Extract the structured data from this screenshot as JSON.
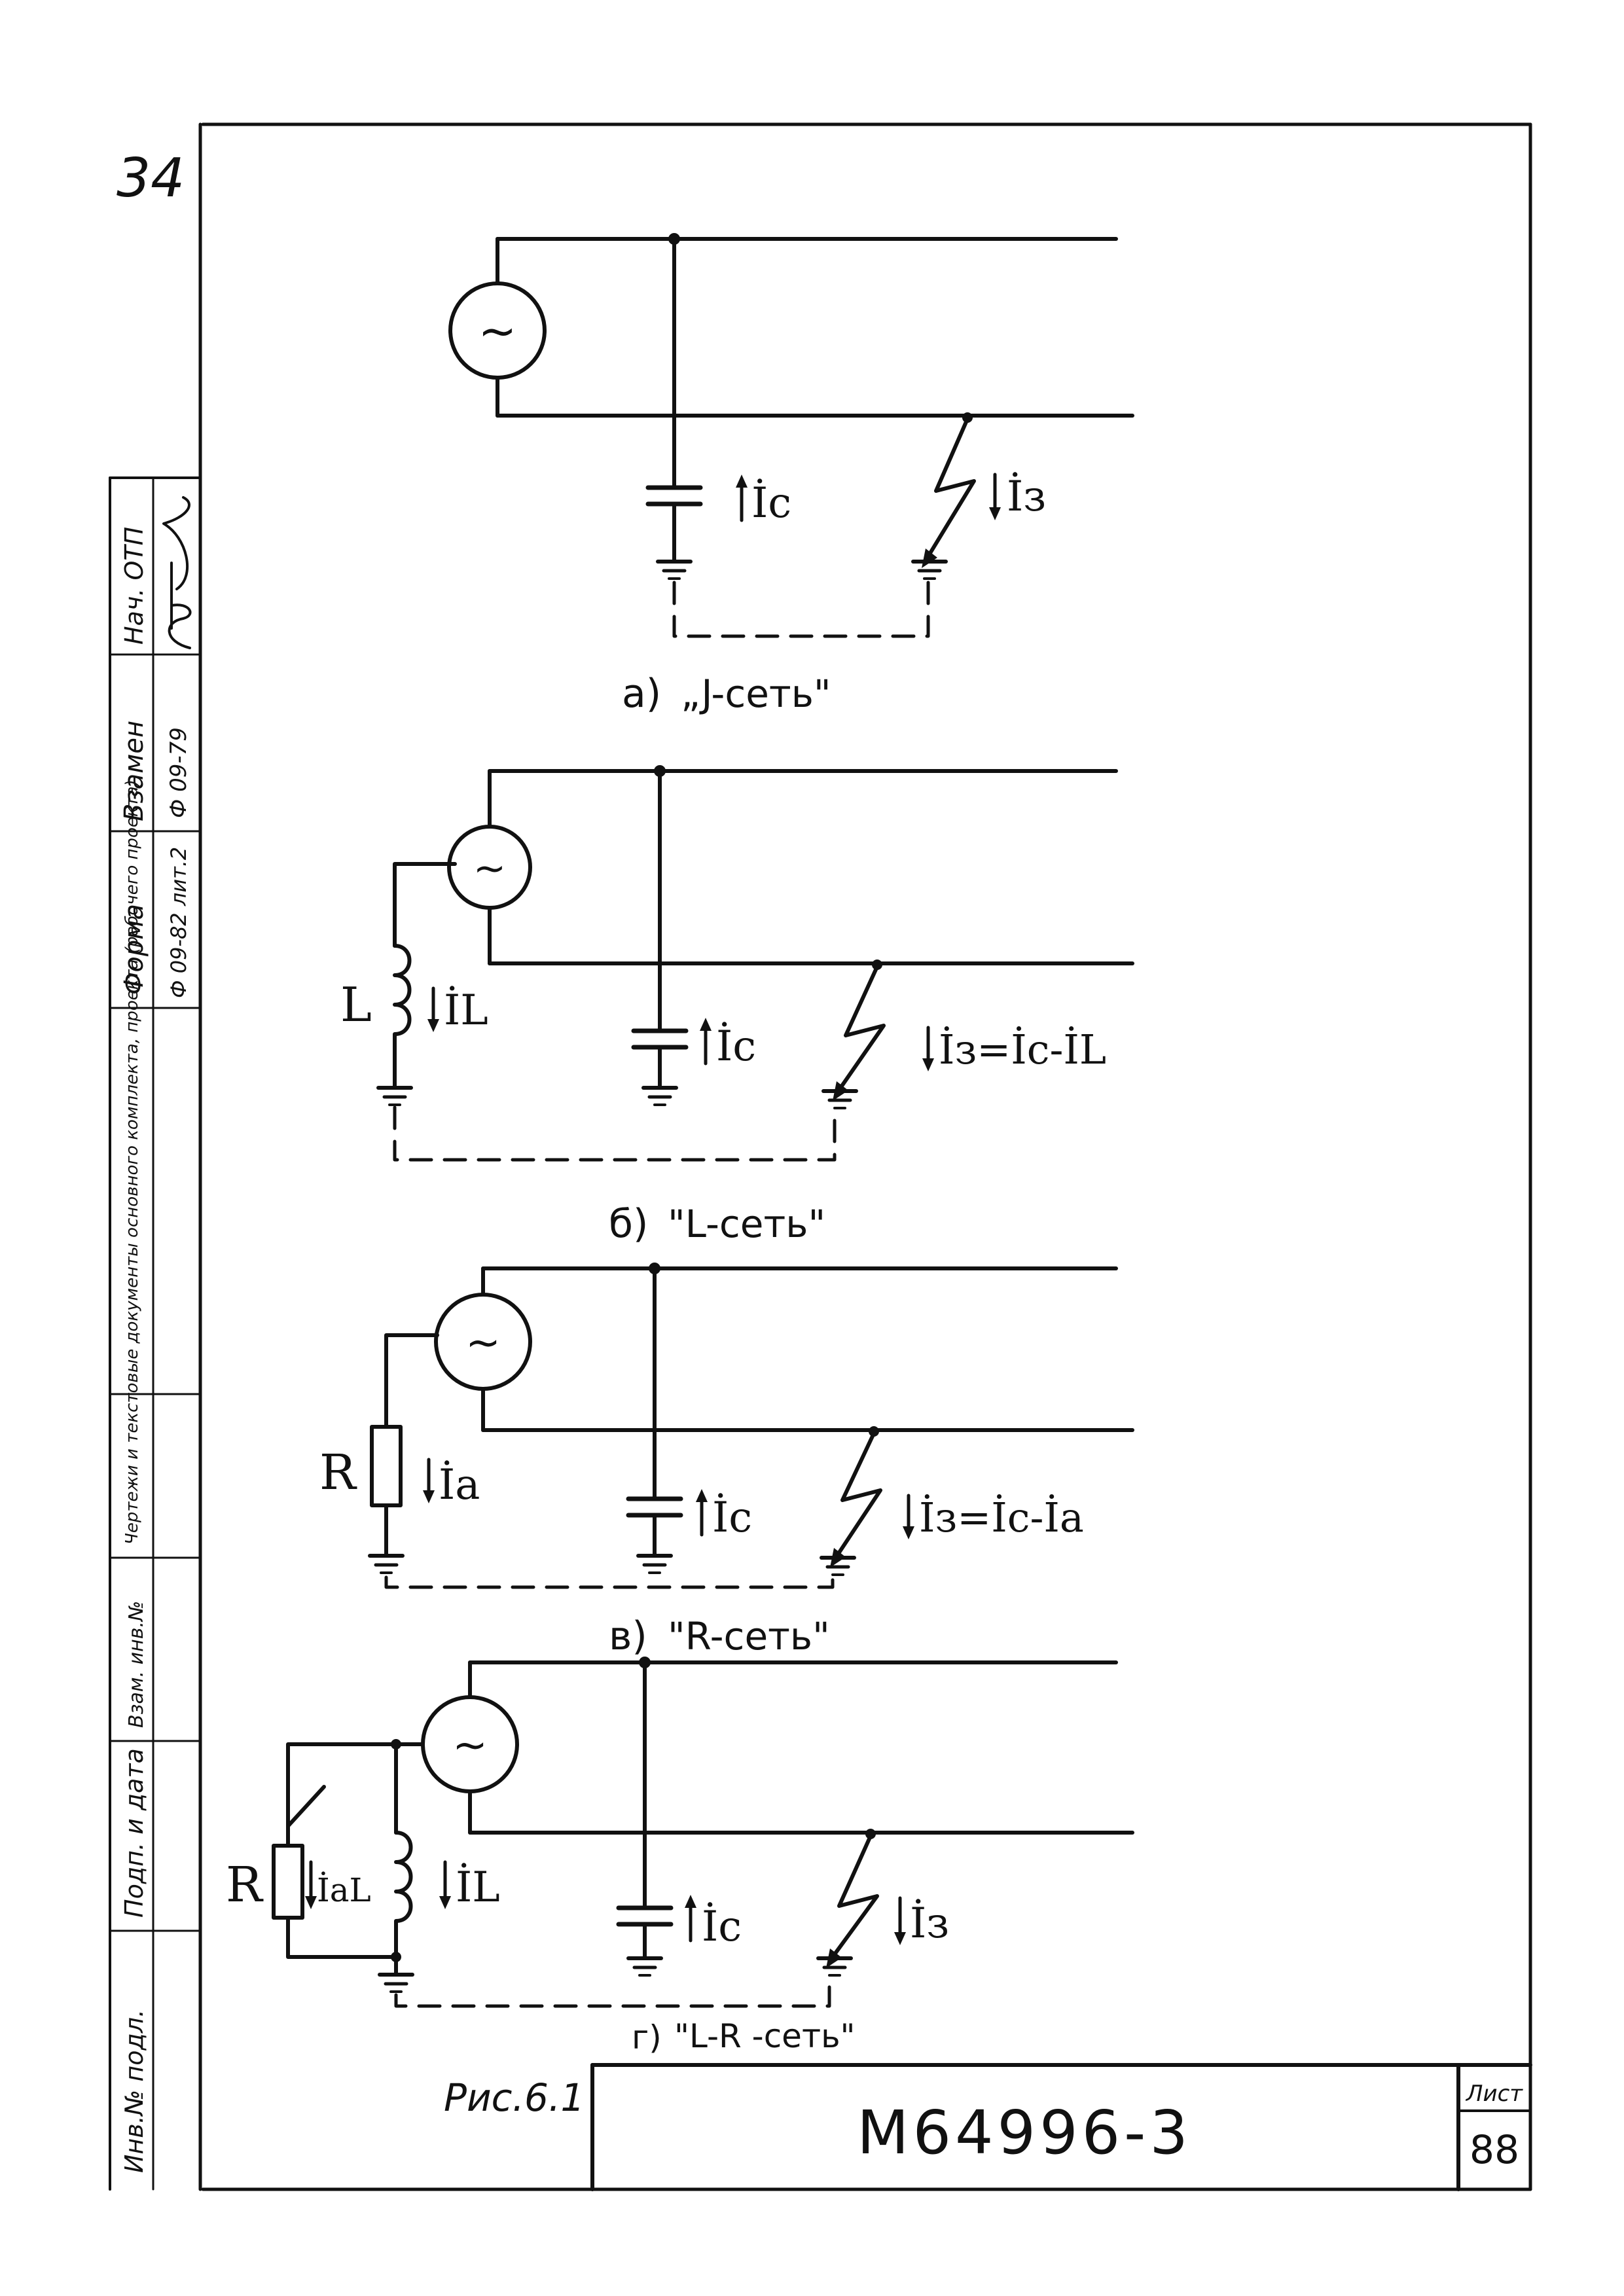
{
  "page_number": "34",
  "stamp_column": {
    "headers": [
      "Инв.№ подл.",
      "Подп. и дата",
      "Взам. инв.№",
      "Чертежи и текстовые документы основного комплекта, проекта (рабочего проекта)",
      "Форма",
      "Взамен",
      "Нач. ОТП"
    ],
    "values": [
      "Ф 09-82 лит.2",
      "Ф 09-79"
    ]
  },
  "schemes": [
    {
      "caption_letter": "а)",
      "caption_name": "„J-сеть\"",
      "labels": {
        "ic": "İс",
        "iz": "İз"
      }
    },
    {
      "caption_letter": "б)",
      "caption_name": "\"L-сеть\"",
      "labels": {
        "L": "L",
        "il": "İL",
        "ic": "İс",
        "iz_eq": "İз=İс-İL"
      }
    },
    {
      "caption_letter": "в)",
      "caption_name": "\"R-сеть\"",
      "labels": {
        "R": "R",
        "ia": "İа",
        "ic": "İс",
        "iz_eq": "İз=İс-İа"
      }
    },
    {
      "caption_letter": "г)",
      "caption_name": "\"L-R -сеть\"",
      "labels": {
        "R": "R",
        "ial": "İаL",
        "il": "İL",
        "ic": "İс",
        "iz": "İз"
      }
    }
  ],
  "figure_caption": "Рис.6.1",
  "title_block": {
    "code": "М64996-3",
    "sheet_label": "Лист",
    "sheet_number": "88"
  },
  "generator_symbol": "~"
}
